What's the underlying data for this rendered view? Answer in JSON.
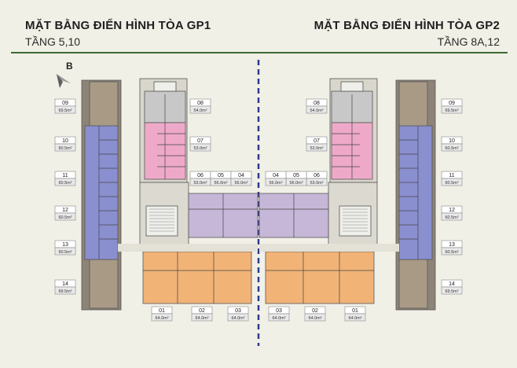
{
  "left": {
    "title": "MẶT BẰNG ĐIỂN HÌNH TÒA GP1",
    "subtitle": "TẦNG 5,10"
  },
  "right": {
    "title": "MẶT BẰNG ĐIỂN HÌNH TÒA GP2",
    "subtitle": "TẦNG 8A,12"
  },
  "compass_label": "B",
  "colors": {
    "orange": "#f2b377",
    "purple": "#c6b7d8",
    "pink": "#eea9c9",
    "blue": "#8a8fd0",
    "grey": "#c8c8c8",
    "brown": "#a99a86"
  },
  "units": {
    "u01": {
      "code": "01",
      "area": "64.0m²"
    },
    "u02": {
      "code": "02",
      "area": "64.0m²"
    },
    "u03": {
      "code": "03",
      "area": "64.0m²"
    },
    "u04": {
      "code": "04",
      "area": "56.0m²"
    },
    "u05": {
      "code": "05",
      "area": "56.0m²"
    },
    "u06": {
      "code": "06",
      "area": "53.0m²"
    },
    "u07": {
      "code": "07",
      "area": "53.0m²"
    },
    "u08": {
      "code": "08",
      "area": "54.0m²"
    },
    "u09": {
      "code": "09",
      "area": "69.5m²"
    },
    "u10": {
      "code": "10",
      "area": "60.5m²"
    },
    "u11": {
      "code": "11",
      "area": "60.5m²"
    },
    "u12": {
      "code": "12",
      "area": "60.5m²"
    },
    "u13": {
      "code": "13",
      "area": "60.5m²"
    },
    "u14": {
      "code": "14",
      "area": "69.5m²"
    }
  }
}
